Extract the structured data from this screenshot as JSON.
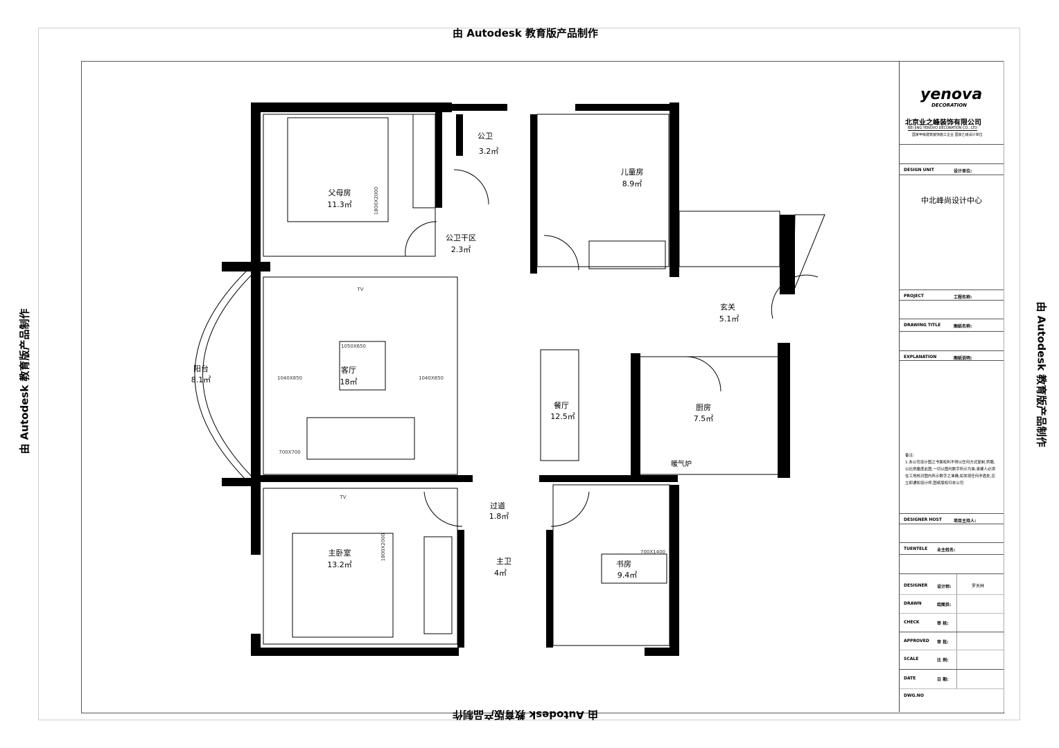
{
  "watermark": "由 Autodesk 教育版产品制作",
  "rooms": [
    {
      "name": "父母房",
      "area": "11.3㎡"
    },
    {
      "name": "公卫",
      "area": "3.2㎡"
    },
    {
      "name": "儿童房",
      "area": "8.9㎡"
    },
    {
      "name": "公卫干区",
      "area": "2.3㎡"
    },
    {
      "name": "玄关",
      "area": "5.1㎡"
    },
    {
      "name": "阳台",
      "area": "8.1㎡"
    },
    {
      "name": "客厅",
      "area": "18㎡"
    },
    {
      "name": "餐厅",
      "area": "12.5㎡"
    },
    {
      "name": "厨房",
      "area": "7.5㎡"
    },
    {
      "name": "过道",
      "area": "1.8㎡"
    },
    {
      "name": "主卫",
      "area": "4㎡"
    },
    {
      "name": "主卧室",
      "area": "13.2㎡"
    },
    {
      "name": "书房",
      "area": "9.4㎡"
    }
  ],
  "fixtures": {
    "heater": "暖气炉",
    "tv1": "TV",
    "tv2": "TV",
    "desk": "700X1400",
    "table": "1050X650",
    "sofa1": "1040X850",
    "sofa2": "1040X850",
    "tea": "700X700",
    "bed1": "1800X2000",
    "bed2": "1800X2000"
  },
  "titleblock": {
    "logo": "yenova",
    "logo_sub": "DECORATION",
    "company": "北京业之峰装饰有限公司",
    "company_en": "BEI JING YENOVO DECORATION CO., LTD",
    "tagline": "国家甲级建筑装饰施工企业 国家乙级设计单位",
    "design_unit_label": "DESIGN UNIT",
    "design_unit_cn": "设计单位:",
    "design_unit": "中北峰尚设计中心",
    "project_label": "PROJECT",
    "project_cn": "工程名称:",
    "drawing_title_label": "DRAWING TITLE",
    "drawing_title_cn": "图纸名称:",
    "explanation_label": "EXPLANATION",
    "explanation_cn": "图纸说明:",
    "note_title": "备注:",
    "note": "1.本公司设计图之书面权利不得以任何方式复制,转载,以比例量度此图,一切以图内数字所示为准,承建人必须在工地核对图内所示数字之准确,如发现任何矛盾处,应立即通知设计师,图纸版权归本公司",
    "designer_host_label": "DESIGNER HOST",
    "designer_host_cn": "项目主持人:",
    "tuentele_label": "TUENTELE",
    "tuentele_cn": "业主姓名:",
    "designer_label": "DESIGNER",
    "designer_cn": "设计师:",
    "designer": "罗天林",
    "drawn_label": "DRAWN",
    "drawn_cn": "绘图员:",
    "check_label": "CHECK",
    "check_cn": "审 核:",
    "approved_label": "APPROVED",
    "approved_cn": "审 批:",
    "scale_label": "SCALE",
    "scale_cn": "比 例:",
    "date_label": "DATE",
    "date_cn": "日 期:",
    "dwg_label": "DWG.NO"
  }
}
